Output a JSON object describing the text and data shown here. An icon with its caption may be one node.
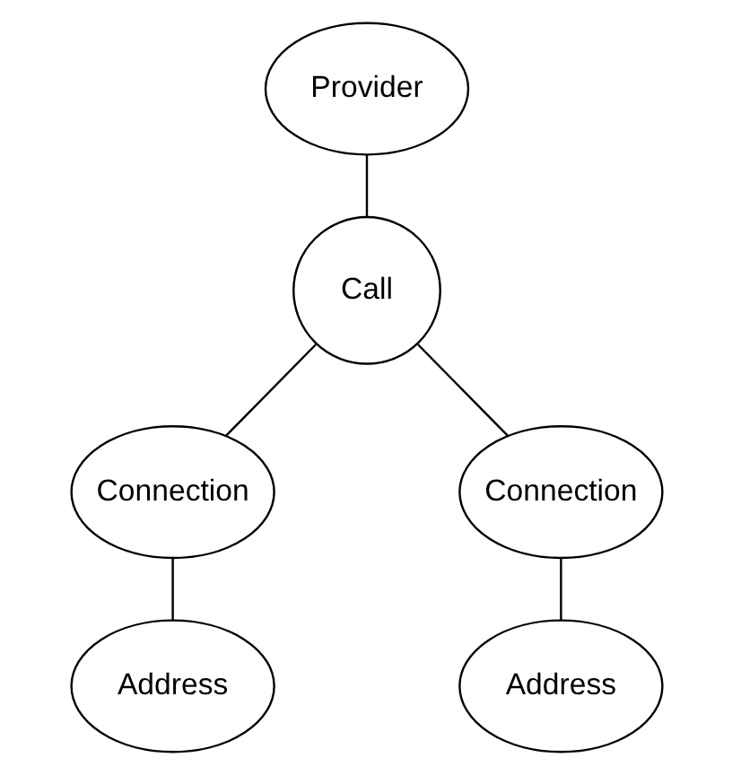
{
  "diagram": {
    "nodes": [
      {
        "text": [
          "Provider"
        ]
      },
      {
        "text": [
          "Call"
        ]
      },
      {
        "text": [
          "Connection"
        ]
      },
      {
        "text": [
          "Connection"
        ]
      },
      {
        "text": [
          "Address"
        ]
      },
      {
        "text": [
          "Address"
        ]
      }
    ],
    "edges": [
      {
        "from": 0,
        "to": 1,
        "arrow": "none"
      },
      {
        "from": 1,
        "to": 2,
        "arrow": "none"
      },
      {
        "from": 1,
        "to": 3,
        "arrow": "none"
      },
      {
        "from": 2,
        "to": 4,
        "arrow": "none"
      },
      {
        "from": 3,
        "to": 5,
        "arrow": "none"
      }
    ]
  }
}
